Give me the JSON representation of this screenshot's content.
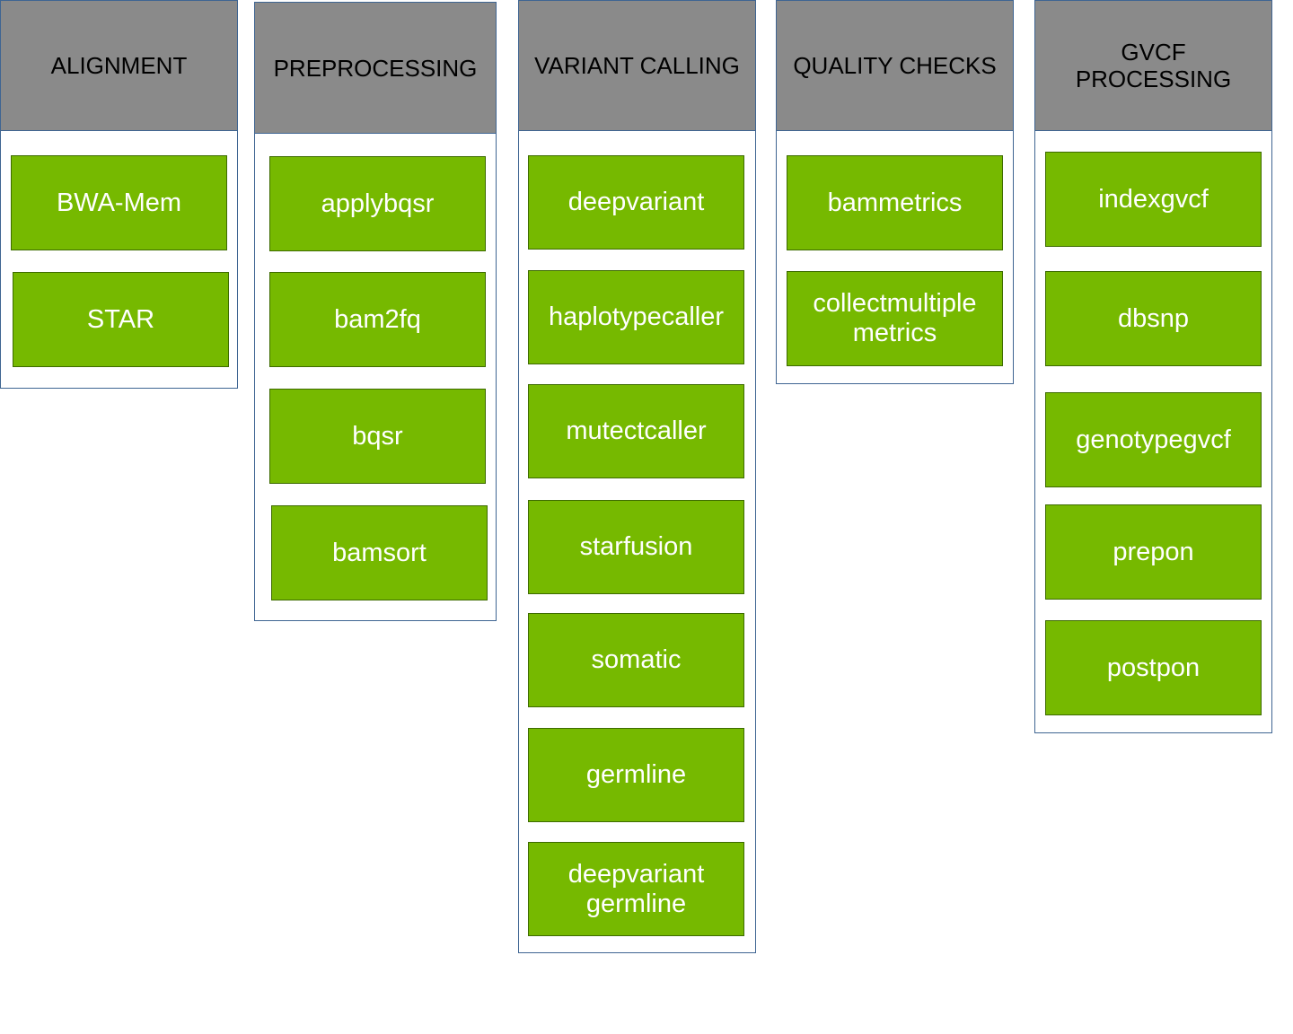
{
  "colors": {
    "header_bg": "#8a8a8a",
    "step_bg": "#76b900",
    "column_border": "#3f6592",
    "step_text": "#ffffff",
    "header_text": "#000000"
  },
  "columns": [
    {
      "title": "ALIGNMENT",
      "steps": [
        "BWA-Mem",
        "STAR"
      ]
    },
    {
      "title": "PREPROCESSING",
      "steps": [
        "applybqsr",
        "bam2fq",
        "bqsr",
        "bamsort"
      ]
    },
    {
      "title": "VARIANT CALLING",
      "steps": [
        "deepvariant",
        "haplotypecaller",
        "mutectcaller",
        "starfusion",
        "somatic",
        "germline",
        "deepvariant germline"
      ]
    },
    {
      "title": "QUALITY CHECKS",
      "steps": [
        "bammetrics",
        "collectmultiple metrics"
      ]
    },
    {
      "title": "GVCF PROCESSING",
      "steps": [
        "indexgvcf",
        "dbsnp",
        "genotypegvcf",
        "prepon",
        "postpon"
      ]
    }
  ]
}
